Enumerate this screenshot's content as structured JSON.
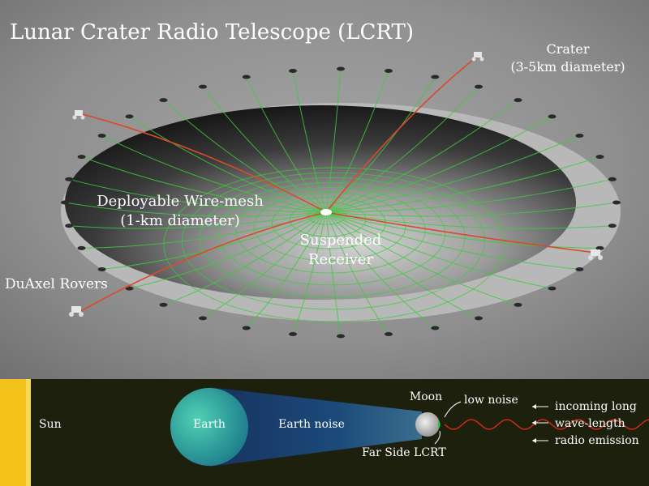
{
  "figure": {
    "title": "Lunar Crater Radio Telescope (LCRT)",
    "crater_label": [
      "Crater",
      "(3-5km diameter)"
    ],
    "mesh_label": [
      "Deployable Wire-mesh",
      "(1-km diameter)"
    ],
    "receiver_label": [
      "Suspended",
      "Receiver"
    ],
    "rovers_label": "DuAxel Rovers"
  },
  "diagram": {
    "sun": "Sun",
    "earth": "Earth",
    "earth_noise": "Earth noise",
    "moon": "Moon",
    "low_noise": "low noise",
    "far_side": "Far Side LCRT",
    "emission": [
      "incoming long",
      "wave-length",
      "radio emission"
    ]
  },
  "colors": {
    "mesh": "#3ec93e",
    "cable": "#d94a2a",
    "panel_bg": "#1e200e",
    "sun": "#f2c21a",
    "earth": "#2aa99a",
    "noise_cone": "#1a3a66",
    "wave": "#cc2a1a"
  }
}
